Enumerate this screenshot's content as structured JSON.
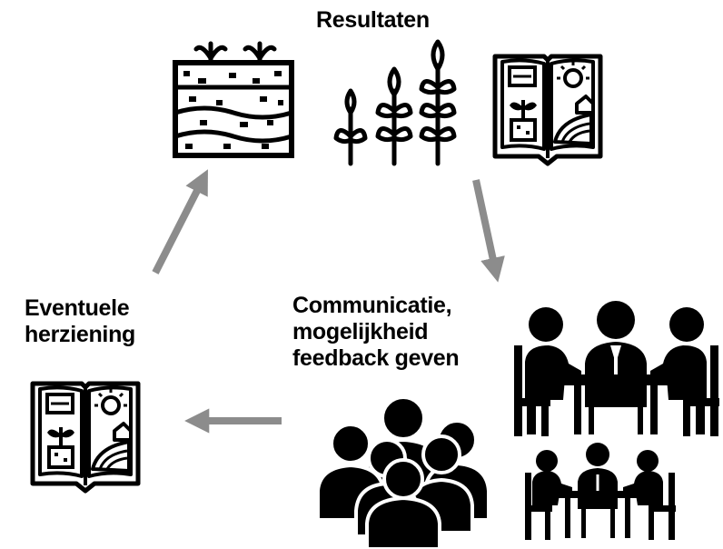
{
  "title": "Resultaten",
  "labels": {
    "revision": [
      "Eventuele",
      "herziening"
    ],
    "communication": [
      "Communicatie,",
      "mogelijkheid",
      "feedback geven"
    ]
  },
  "colors": {
    "ink": "#000000",
    "arrow": "#8c8c8c",
    "background": "#ffffff"
  },
  "icons": [
    "soil-profile-icon",
    "plants-growth-icon",
    "open-book-icon",
    "meeting-table-icon",
    "crowd-icon",
    "small-meeting-icon",
    "open-book-icon"
  ]
}
